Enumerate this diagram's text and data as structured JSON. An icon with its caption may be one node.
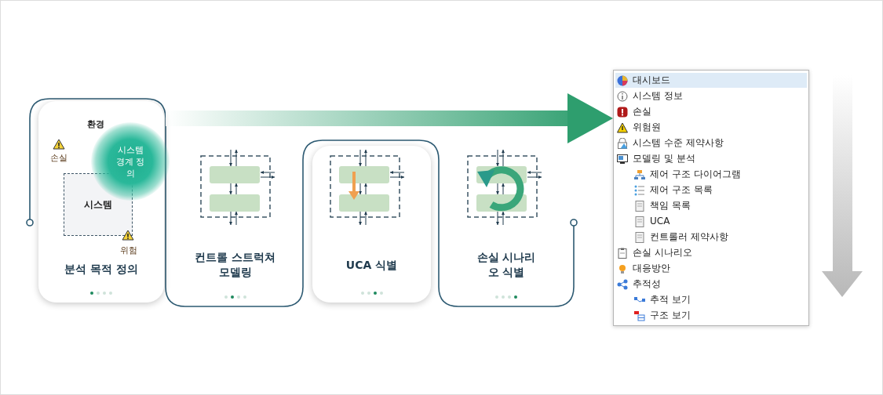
{
  "diagram": {
    "nodes": [
      {
        "text": [
          "분석 목적 정의"
        ]
      },
      {
        "text": [
          "시스템"
        ],
        "in": 0
      },
      {
        "text": [
          "시스템 경계 정의"
        ],
        "in": 0
      },
      {
        "text": [
          "컨트롤 스트럭쳐 모델링"
        ]
      },
      {
        "text": [
          "UCA 식별"
        ]
      },
      {
        "text": [
          "손실 시나리오 식별"
        ]
      },
      {
        "text": [],
        "shape": "box"
      }
    ],
    "edges": [
      {
        "from": 0,
        "to": 6,
        "arrow": "to",
        "style": "thick"
      }
    ],
    "labels": [
      "환경",
      "손실",
      "위험",
      "대시보드",
      "시스템 정보",
      "손실",
      "위험원",
      "시스템 수준 제약사항",
      "모델링 및 분석",
      "제어 구조 다이어그램",
      "제어 구조 목록",
      "책임 목록",
      "UCA",
      "컨트롤러 제약사항",
      "손실 시나리오",
      "대응방안",
      "추적성",
      "추적 보기",
      "구조 보기"
    ]
  }
}
